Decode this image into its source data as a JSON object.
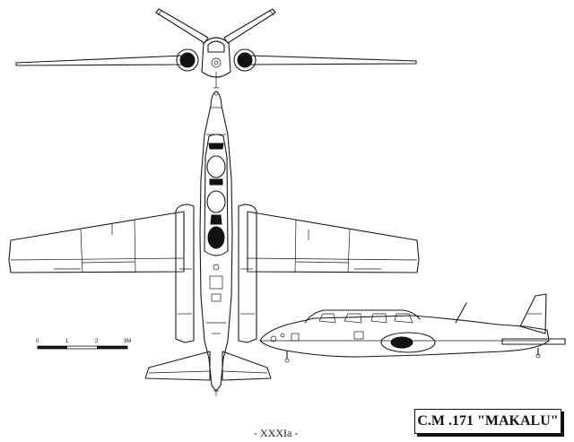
{
  "title": "C.M .171 \"MAKALU\"",
  "page_number": "- XXXIa -",
  "scale": {
    "labels": [
      "0",
      "1",
      "2",
      "3M"
    ]
  }
}
